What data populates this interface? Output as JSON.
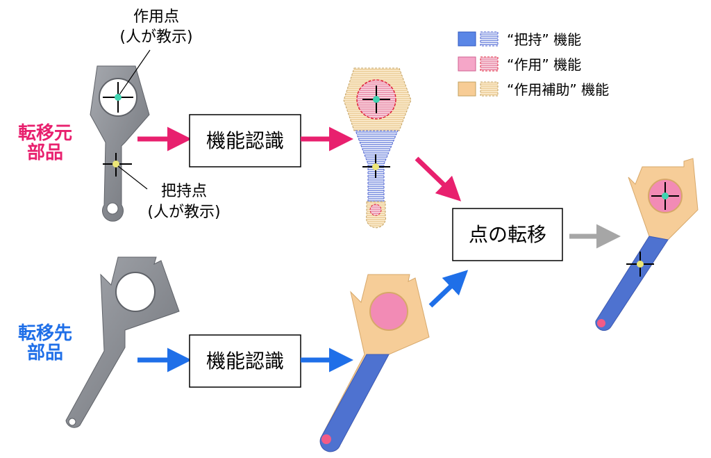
{
  "labels": {
    "action_point_line1": "作用点",
    "action_point_line2": "(人が教示)",
    "grip_point_line1": "把持点",
    "grip_point_line2": "(人が教示)",
    "source_line1": "転移元",
    "source_line2": "部品",
    "target_line1": "転移先",
    "target_line2": "部品"
  },
  "process": {
    "recognition_top": "機能認識",
    "recognition_bottom": "機能認識",
    "point_transfer": "点の転移"
  },
  "legend": {
    "grip": "“把持” 機能",
    "action": "“作用” 機能",
    "assist": "“作用補助” 機能"
  },
  "colors": {
    "source_accent": "#e8206e",
    "target_accent": "#1f6fe8",
    "gray_arrow": "#a6a6a6",
    "grip_fill": "#6f93e6",
    "action_fill": "#f2a7c7",
    "assist_fill": "#f5c993",
    "part_gray": "#8e9197",
    "action_point": "#3ed3b0",
    "grip_point": "#ece677"
  }
}
